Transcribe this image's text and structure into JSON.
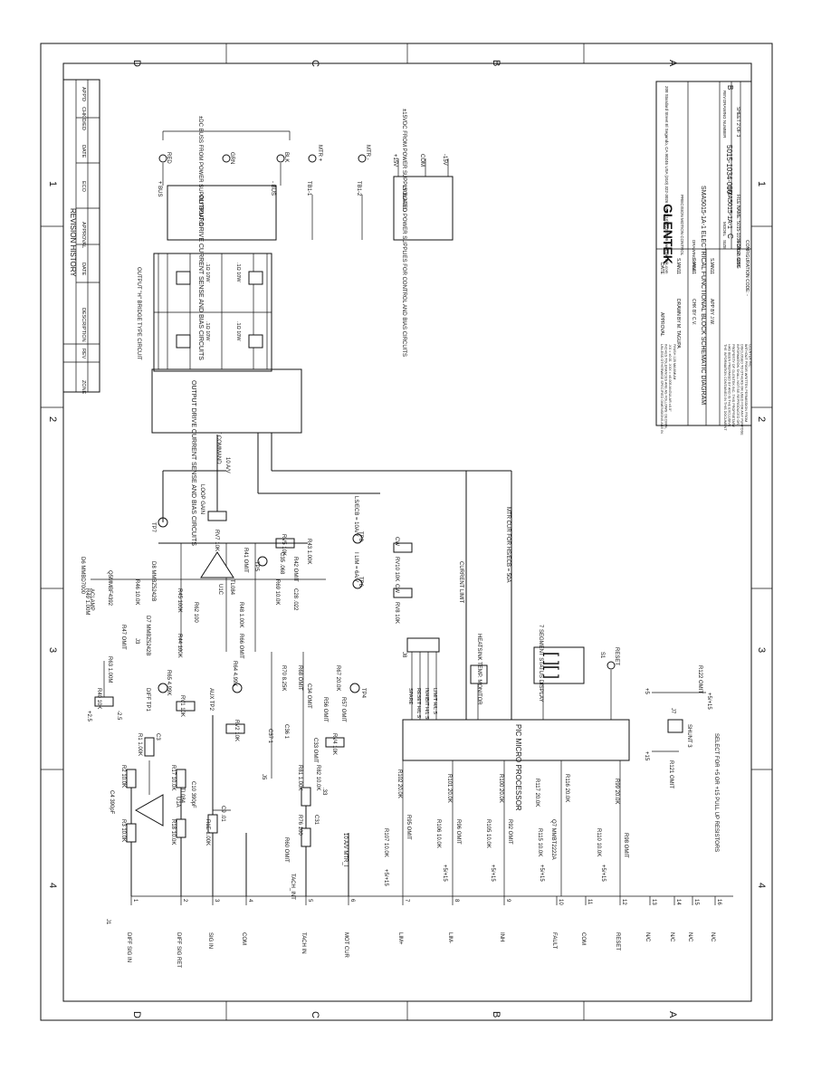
{
  "frame": {
    "row_labels": [
      "D",
      "C",
      "B",
      "A"
    ],
    "col_labels": [
      "4",
      "3",
      "2",
      "1"
    ]
  },
  "revision_history": {
    "title": "REVISION HISTORY",
    "columns": [
      "ZONE",
      "REV",
      "DESCRIPTION",
      "DATE",
      "APPROVAL",
      "ECO",
      "DATE",
      "CHK'D/ED",
      "APP'D"
    ]
  },
  "connector": {
    "ref": "J1",
    "pins": [
      {
        "num": "1",
        "label": "DIFF SIG IN"
      },
      {
        "num": "2",
        "label": "DIFF SIG RET"
      },
      {
        "num": "3",
        "label": "SIG IN"
      },
      {
        "num": "4",
        "label": "COM"
      },
      {
        "num": "5",
        "label": "TACH IN"
      },
      {
        "num": "6",
        "label": "MOT CUR"
      },
      {
        "num": "7",
        "label": "LIM+"
      },
      {
        "num": "8",
        "label": "LIM-"
      },
      {
        "num": "9",
        "label": "INH"
      },
      {
        "num": "10",
        "label": "FAULT"
      },
      {
        "num": "11",
        "label": "COM"
      },
      {
        "num": "12",
        "label": "RESET"
      },
      {
        "num": "13",
        "label": "N/C"
      },
      {
        "num": "14",
        "label": "N/C"
      },
      {
        "num": "15",
        "label": "N/C"
      },
      {
        "num": "16",
        "label": "N/C"
      }
    ]
  },
  "components": {
    "r3": "R3 10.0K",
    "r2": "R2 10.0K",
    "c4": "C4 390pF",
    "u1a": "U1A",
    "tl084a": "TL084",
    "r18": "R18 10.0K",
    "r17": "R17 10.0K",
    "c10": "C10 390pF",
    "r1": "R1 1.00K",
    "c3": "C3",
    "r40": "R40 10K",
    "r63": "R63 1.00M",
    "aclamp": "ACLAMP",
    "plus25": "+2.5",
    "minus25": "-2.5",
    "r47": "R47 OMIT",
    "j3": "J3",
    "diff_tp1": "DIFF TP1",
    "r65": "R65 4.99K",
    "rv1": "RV1 10K",
    "r1e": "R1E 1.00K",
    "c9": "C9 .01",
    "aux_tp2": "AUX TP2",
    "r64": "R64 4.99K",
    "rv2": "RV2 10K",
    "r60": "R60 OMIT",
    "tach_int": "TACH_INT",
    "r76": "R76 100",
    "c31": "C31",
    "r81": "R81 1.00K",
    "r82": "R82 10.0K",
    "c32": ".33",
    "c33": "C33 OMIT",
    "c36": "C36 1",
    "c37": "C37 1",
    "j5": "J5",
    "r70": "R70 8.25K",
    "r68": "R68 OMIT",
    "c34": "C34 OMIT",
    "r56": "R56 OMIT",
    "rv4": "RV4 10K",
    "r57": "R57 OMIT",
    "tp4": "TP4",
    "r67": "R67 20.0K",
    "mtr_i": "10 A/V MTR_I",
    "d6": "D6 MMBD7000",
    "r49": "R49 1.00M",
    "q5": "Q5MMBF4392",
    "r46": "R46 10.0K",
    "d7": "D7 MMBZ5242B",
    "d8": "D8 MMBZ5242B",
    "r44": "R44 100K",
    "r45": "R45 100K",
    "r62": "R62 100",
    "u1c": "U1C",
    "tl084c": "TL084",
    "r48": "R48 1.00K",
    "r66": "R66 OMIT",
    "r69": "R69 10.0K",
    "c35": "C35 .068",
    "c28": "C28 .022",
    "r41": "R41 OMIT",
    "tp5": "TP5",
    "r42": "R42 OMIT",
    "rv5": "RV5 10K",
    "r43": "R43 1.00K",
    "tp7": "TP7",
    "rv7": "RV7 10K",
    "loop_gain": "LOOP GAIN",
    "cur_cmd": "CURRENT COMMAND",
    "cur_cmd_scale": "10 A/V",
    "tp8": "TP8",
    "rv10": "RV10 10K",
    "cw1": "CW",
    "ls_ecb": "LS/ECB = 10A/V",
    "tp6": "TP6",
    "rv8": "RV8 10K",
    "cw2": "CW",
    "ilim": "I LIM = 6A/V",
    "current_limit": "CURRENT LIMIT",
    "mtr_cur": "MTR CUR FOR HS/ECB = 50A",
    "jb": "J8",
    "spare": "SPARE",
    "reset_hl": "RESET H/L S",
    "inhibit_hl": "INHIBIT H/L S",
    "limit_hl": "LIMIT H/L S",
    "heatsink": "HEATSINK TEMP. MONITOR",
    "seg_label": "7 SEGMENT STATUS DISPLAY",
    "s1": "S1",
    "reset_sw": "RESET",
    "r102": "R102 20.0K",
    "r95": "R95 OMIT",
    "r107": "R107 10.0K",
    "r101": "R101 20.0K",
    "r96": "R96 OMIT",
    "r106": "R106 10.0K",
    "r100": "R100 20.0K",
    "r92": "R92 OMIT",
    "r105": "R105 10.0K",
    "r117": "R117 20.0K",
    "r116": "R116 20.0K",
    "q7": "Q7 MMBT2222A",
    "r115": "R115 10.0K",
    "r99": "R99 20.0K",
    "r98": "R98 OMIT",
    "r110": "R110 10.0K",
    "vplus15": "+5/+15",
    "pic": "PIC MICRO PROCESSOR",
    "r121": "R121 OMIT",
    "r122": "R122 OMIT",
    "jp7": "J7",
    "shunt": "SHUNT 3",
    "select_pullup": "SELECT FOR +5 OR +15 PULL UP RESISTORS",
    "p5": "+5",
    "p15": "+15",
    "p515": "+5/+15",
    "drive_left": "OUTPUT DRIVE CURRENT SENSE AND BIAS CIRCUITS",
    "drive_right": "OUTPUT DRIVE CURRENT SENSE AND BIAS CIRCUITS",
    "hbridge": "OUTPUT \"H\" BRIDGE TYPE CIRCUIT",
    "rsense1": ".1Ω 10W",
    "rsense2": ".1Ω 10W",
    "rsense3": ".1Ω 10W",
    "rsense4": ".1Ω 10W",
    "plus_bus": "+ BUS",
    "minus_bus": "- BUS",
    "red": "RED",
    "grn": "GRN",
    "blk": "BLK",
    "bus_note": "±DC BUSS FROM POWER SUPPLY BOARD",
    "tb1_1": "TB1-1",
    "tb1_2": "TB1-2",
    "mtr_plus": "MTR +",
    "mtr_minus": "MTR -",
    "isolated": "ISOLATED POWER SUPPLIES FOR CONTROL AND BIAS CIRCUITS",
    "plus15v": "+15V",
    "com": "COM",
    "minus15v": "-15V",
    "supply_note": "±15VDC FROM POWER SUPPLY BOARD"
  },
  "title_block": {
    "brand": "GLENTEK",
    "tagline": "PRECISION MOTION CONTROL",
    "address": "208 Standard Street El Segundo, CA 90245 USA (310) 322-3026 FAX (310) 322-7709 www.glentek.com",
    "drawing_title_label": "DRAWING TITLE",
    "drawing_title": "SMA5015-1A-1 ELECTRICAL FUNCTIONAL BLOCK SCHEMATIC DIAGRAM",
    "drawing_number_label": "DRAWING NUMBER",
    "drawing_number": "5015-1034-000",
    "size_label": "SIZE",
    "size": "C",
    "model_label": "MODEL",
    "model": "SMA5015-1A-1",
    "rev_label": "REV",
    "rev": "B",
    "scale": "SCALE: 6251",
    "file_name": "FILE NAME: 5015-1034-000-B.DWG",
    "sheet": "SHEET 2 OF 3",
    "config_code": "CONFIGURATION CODE: -",
    "approval_label": "APPROVAL",
    "date_label": "DATE",
    "drawn_by": "DRAWN BY M. TAGUPA",
    "drawn_date": "SJAN11",
    "chk_by": "CHK BY C.V.",
    "chk_date": "SJAN11",
    "app_by": "APP BY J.W.",
    "app_date": "SJAN11",
    "tolerance_note": "UNLESS OTHERWISE SPECIFIED DIMENSIONS ARE IN INCHES TOLERANCES ARE AS FOLLOWS: DECIMAL .XX = ±0.01 .XXX = ±0.005 ANGULAR ±0.5° FINISH 125 MAXIMUM",
    "proprietary_note": "THE INFORMATION CONTAINED IN THIS DOCUMENT HAS BEEN PREPARED BY AND IS THE EXCLUSIVE PROPERTY OF GLENTEK INC. THIS PROPRIETARY INFORMATION SHALL NOT BE REPRODUCED OR DISCLOSED TO OTHERS OR USED FOR ANY PURPOSE WITHOUT PRIOR WRITTEN PERMISSION FROM GLENTEK INC."
  }
}
